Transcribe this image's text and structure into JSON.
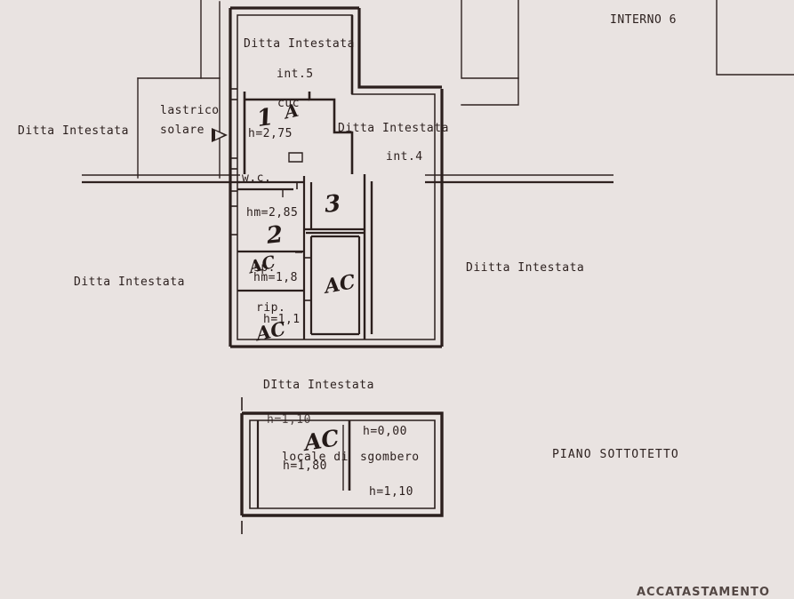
{
  "document": {
    "kind": "planimetria-catastale",
    "sheet_title": "PIANO SOTTOTETTO",
    "bottom_cut_text": "ACCATASTAMENTO",
    "paper_color": "#e9e3e1",
    "ink_color": "#2b1f1d"
  },
  "labels": {
    "interno6": "INTERNO 6",
    "ditta_left": "Ditta Intestata",
    "ditta_left_lower": "Ditta Intestata",
    "ditta_right": "Diitta Intestata",
    "ditta_top": "Ditta Intestata",
    "int5": "int.5",
    "ditta_mid": "Ditta Intestata",
    "int4": "int.4",
    "lastrico": "lastrico",
    "solare": "solare",
    "cucina": "cuc",
    "h275": "h=2,75",
    "wc": "w.c.",
    "hm285": "hm=2,85",
    "sp": "sp.",
    "hm18": "hm=1,8",
    "rip": "rip.",
    "h11": "h=1,1",
    "ditta_bottom": "DItta Intestata",
    "piano": "PIANO SOTTOTETTO",
    "b_h110_top": "h=1,10",
    "b_h000": "h=0,00",
    "b_locale": "locale di",
    "b_sgombero": "sgombero",
    "b_h180": "h=1,80",
    "b_h110": "h=1,10"
  },
  "handwritten": {
    "room1": "1",
    "room2": "2",
    "room3": "3",
    "ac": "AC",
    "mark_cuc": "A",
    "mark_bagno": "AC",
    "mark_sp": "AC",
    "mark_rip": "AC"
  },
  "rooms": [
    {
      "id": "1",
      "label": "cuc",
      "height": "h=2,75"
    },
    {
      "id": "2",
      "label": "w.c.",
      "height": "hm=2,85"
    },
    {
      "id": "3",
      "label": "",
      "height": ""
    },
    {
      "id": "sp",
      "label": "sp.",
      "height": "hm=1,8"
    },
    {
      "id": "rip",
      "label": "rip.",
      "height": "h=1,1"
    },
    {
      "id": "locale-sgombero",
      "label": "locale di sgombero",
      "height": "h=1,80"
    }
  ]
}
